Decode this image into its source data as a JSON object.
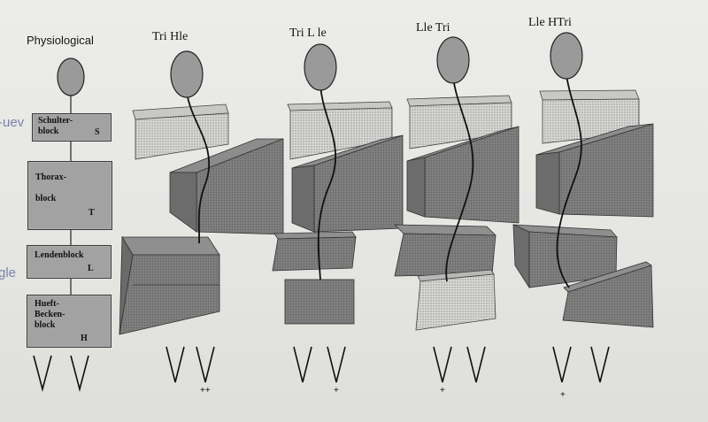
{
  "titles": {
    "physiological": "Physiological",
    "col1": "Tri Hle",
    "col2": "Tri L le",
    "col3": "Lle Tri",
    "col4": "Lle HTri"
  },
  "blocks": {
    "shoulder": {
      "label": "Schulter-\nblock",
      "letter": "S"
    },
    "thorax": {
      "label": "Thorax-\n\nblock",
      "letter": "T"
    },
    "lumbar": {
      "label": "Lendenblock",
      "letter": "L"
    },
    "hip": {
      "label": "Hueft-\nBecken-\nblock",
      "letter": "H"
    }
  },
  "marks": {
    "col1": "++",
    "col2": "+",
    "col3": "+",
    "col4": "+"
  },
  "margin_text": {
    "top": "-uev",
    "mid": "gle"
  }
}
